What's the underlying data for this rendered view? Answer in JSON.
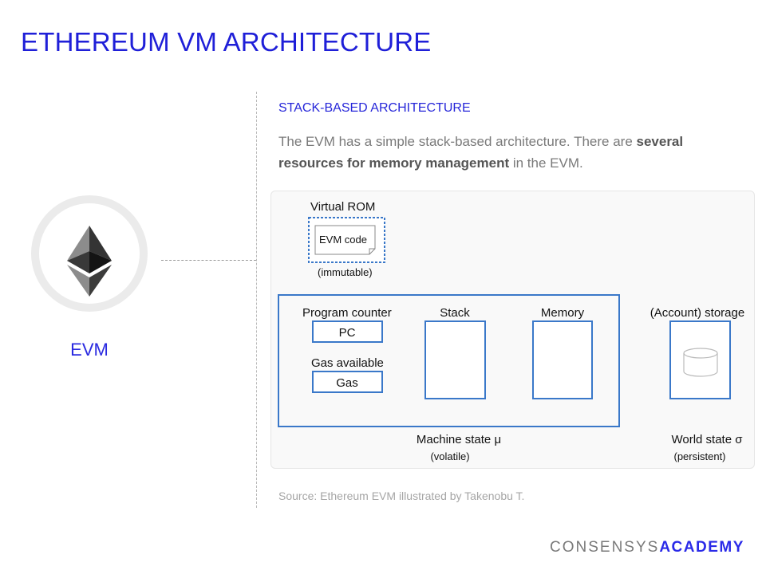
{
  "title": "ETHEREUM VM ARCHITECTURE",
  "logo_label": "EVM",
  "section": {
    "heading": "STACK-BASED ARCHITECTURE",
    "description_part1": "The EVM has a simple stack-based architecture. There are ",
    "description_bold": "several resources for memory management",
    "description_part2": " in the EVM."
  },
  "diagram": {
    "virtual_rom_label": "Virtual ROM",
    "evm_code_label": "EVM code",
    "immutable_label": "(immutable)",
    "program_counter_label": "Program counter",
    "pc_label": "PC",
    "gas_available_label": "Gas available",
    "gas_label": "Gas",
    "stack_label": "Stack",
    "memory_label": "Memory",
    "account_storage_label": "(Account) storage",
    "machine_state_label": "Machine state μ",
    "volatile_label": "(volatile)",
    "world_state_label": "World state σ",
    "persistent_label": "(persistent)"
  },
  "source_text": "Source: Ethereum EVM illustrated by Takenobu T.",
  "brand": {
    "light": "CONSENSYS",
    "heavy": "ACADEMY"
  },
  "colors": {
    "accent_blue": "#1f1fd8",
    "diagram_blue": "#3a78c9",
    "text_gray": "#7a7a7a"
  }
}
